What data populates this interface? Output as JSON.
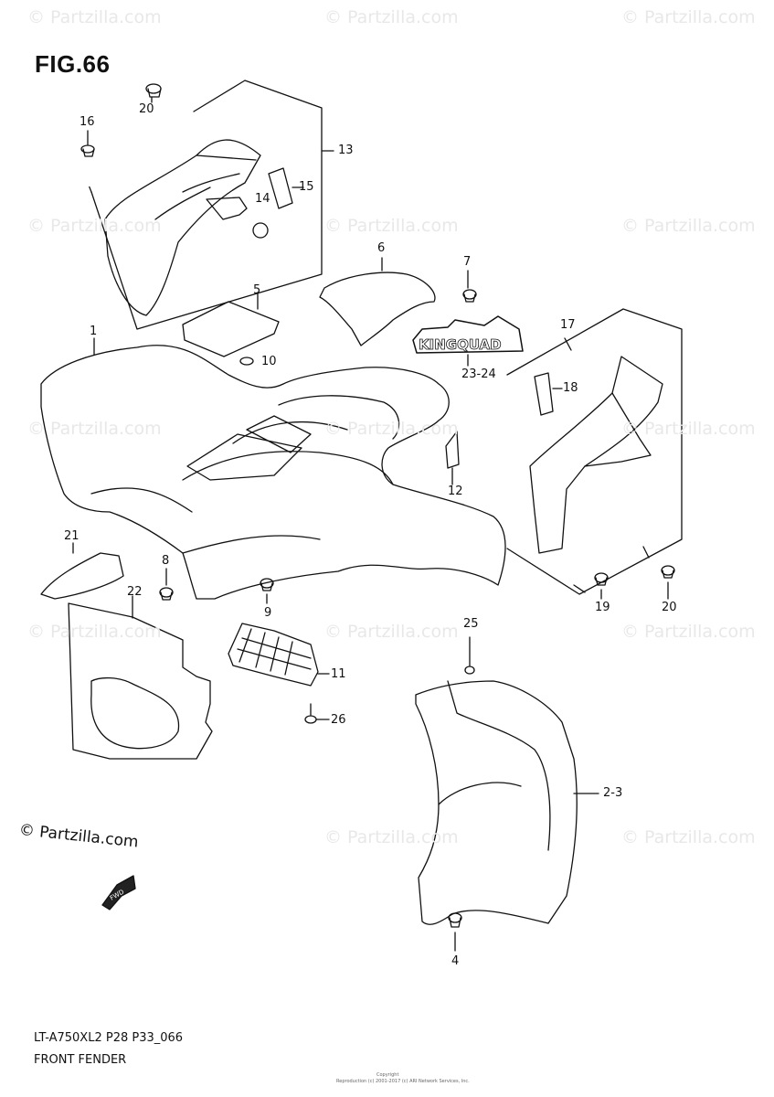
{
  "figure": {
    "title": "FIG.66",
    "model_code": "LT-A750XL2 P28 P33_066",
    "name": "FRONT FENDER",
    "copyright_main": "© Partzilla.com",
    "copyright_small_1": "Copyright",
    "copyright_small_2": "Reproduction (c) 2001-2017 (c) ARI Network Services, Inc.",
    "watermark": "© Partzilla.com",
    "decal_text": "KINGQUAD",
    "fwd_label": "FWD"
  },
  "callouts": [
    {
      "id": "c20a",
      "label": "20"
    },
    {
      "id": "c16",
      "label": "16"
    },
    {
      "id": "c13",
      "label": "13"
    },
    {
      "id": "c15",
      "label": "15"
    },
    {
      "id": "c14",
      "label": "14"
    },
    {
      "id": "c6",
      "label": "6"
    },
    {
      "id": "c7",
      "label": "7"
    },
    {
      "id": "c5",
      "label": "5"
    },
    {
      "id": "c1",
      "label": "1"
    },
    {
      "id": "c10",
      "label": "10"
    },
    {
      "id": "c2324",
      "label": "23-24"
    },
    {
      "id": "c17",
      "label": "17"
    },
    {
      "id": "c18",
      "label": "18"
    },
    {
      "id": "c12",
      "label": "12"
    },
    {
      "id": "c21",
      "label": "21"
    },
    {
      "id": "c8",
      "label": "8"
    },
    {
      "id": "c22",
      "label": "22"
    },
    {
      "id": "c9",
      "label": "9"
    },
    {
      "id": "c19",
      "label": "19"
    },
    {
      "id": "c20b",
      "label": "20"
    },
    {
      "id": "c25",
      "label": "25"
    },
    {
      "id": "c11",
      "label": "11"
    },
    {
      "id": "c26",
      "label": "26"
    },
    {
      "id": "c23",
      "label": "2-3"
    },
    {
      "id": "c4",
      "label": "4"
    }
  ]
}
